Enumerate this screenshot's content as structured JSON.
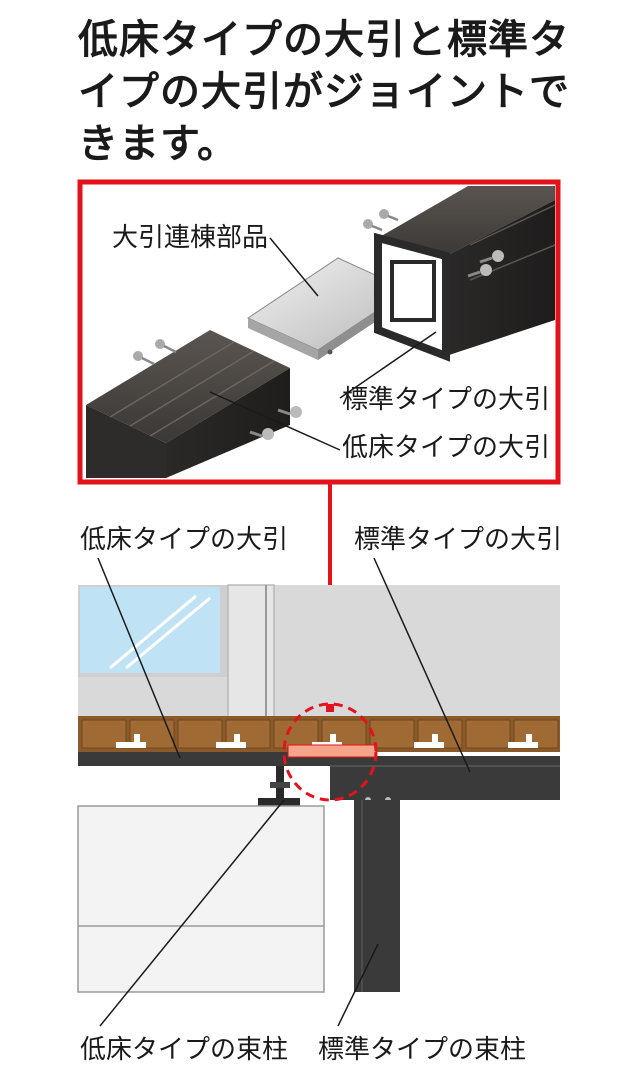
{
  "heading": {
    "lines": [
      "低床タイプの大引と標準タ",
      "イプの大引がジョイントで",
      "きます。"
    ]
  },
  "labels": {
    "connector_part": "大引連棟部品",
    "standard_beam": "標準タイプの大引",
    "low_beam": "低床タイプの大引",
    "low_post": "低床タイプの束柱",
    "standard_post": "標準タイプの束柱"
  },
  "colors": {
    "highlight_red": "#e3121b",
    "beam_dark": "#3a3a3a",
    "deck_brown": "#8b5a2b",
    "wall_gray": "#d9d9d9",
    "window_blue": "#bfe3f5"
  }
}
